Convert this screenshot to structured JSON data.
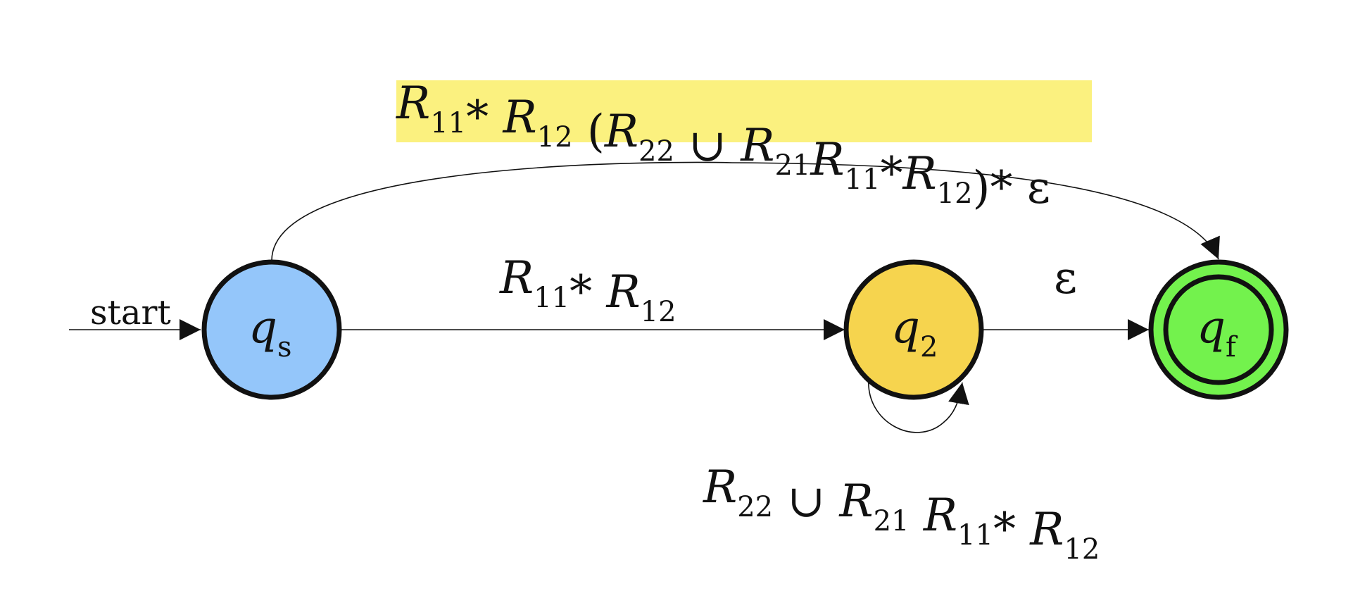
{
  "start_label": "start",
  "nodes": [
    {
      "id": "qs",
      "base": "q",
      "sub": "s",
      "color": "#94c6fa",
      "accepting": false
    },
    {
      "id": "q2",
      "base": "q",
      "sub": "2",
      "color": "#f6d44e",
      "accepting": false
    },
    {
      "id": "qf",
      "base": "q",
      "sub": "f",
      "color": "#73f24d",
      "accepting": true
    }
  ],
  "edges": {
    "qs_to_q2": [
      {
        "t": "R",
        "s": "11"
      },
      {
        "t": "* "
      },
      {
        "t": "R",
        "s": "12"
      }
    ],
    "q2_to_qf": [
      {
        "t": "ε"
      }
    ],
    "q2_loop": [
      {
        "t": "R",
        "s": "22"
      },
      {
        "t": " ∪ "
      },
      {
        "t": "R",
        "s": "21"
      },
      {
        "t": " "
      },
      {
        "t": "R",
        "s": "11"
      },
      {
        "t": "* "
      },
      {
        "t": "R",
        "s": "12"
      }
    ],
    "qs_to_qf": [
      {
        "t": "R",
        "s": "11"
      },
      {
        "t": "* "
      },
      {
        "t": "R",
        "s": "12"
      },
      {
        "t": " ("
      },
      {
        "t": "R",
        "s": "22"
      },
      {
        "t": " ∪ "
      },
      {
        "t": "R",
        "s": "21"
      },
      {
        "t": "R",
        "s": "11"
      },
      {
        "t": "*"
      },
      {
        "t": "R",
        "s": "12"
      },
      {
        "t": ")* ε"
      }
    ]
  },
  "highlight_color": "#fbf17f"
}
